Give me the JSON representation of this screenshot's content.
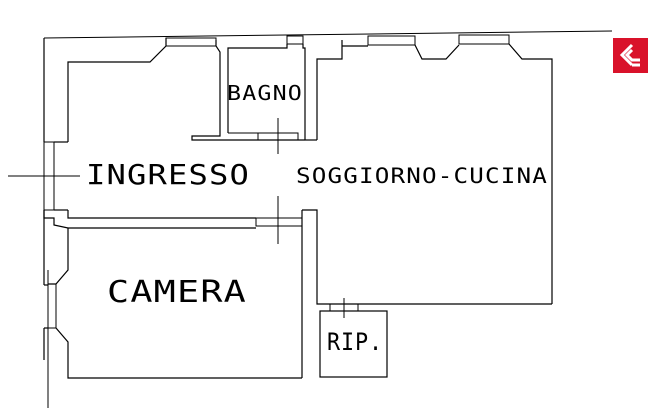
{
  "plan": {
    "rooms": {
      "bagno": "BAGNO",
      "ingresso": "INGRESSO",
      "soggiorno_cucina": "SOGGIORNO-CUCINA",
      "camera": "CAMERA",
      "ripostiglio": "RIP."
    }
  },
  "logo": {
    "icon": "brand-logo-icon",
    "color": "#d9122a"
  }
}
